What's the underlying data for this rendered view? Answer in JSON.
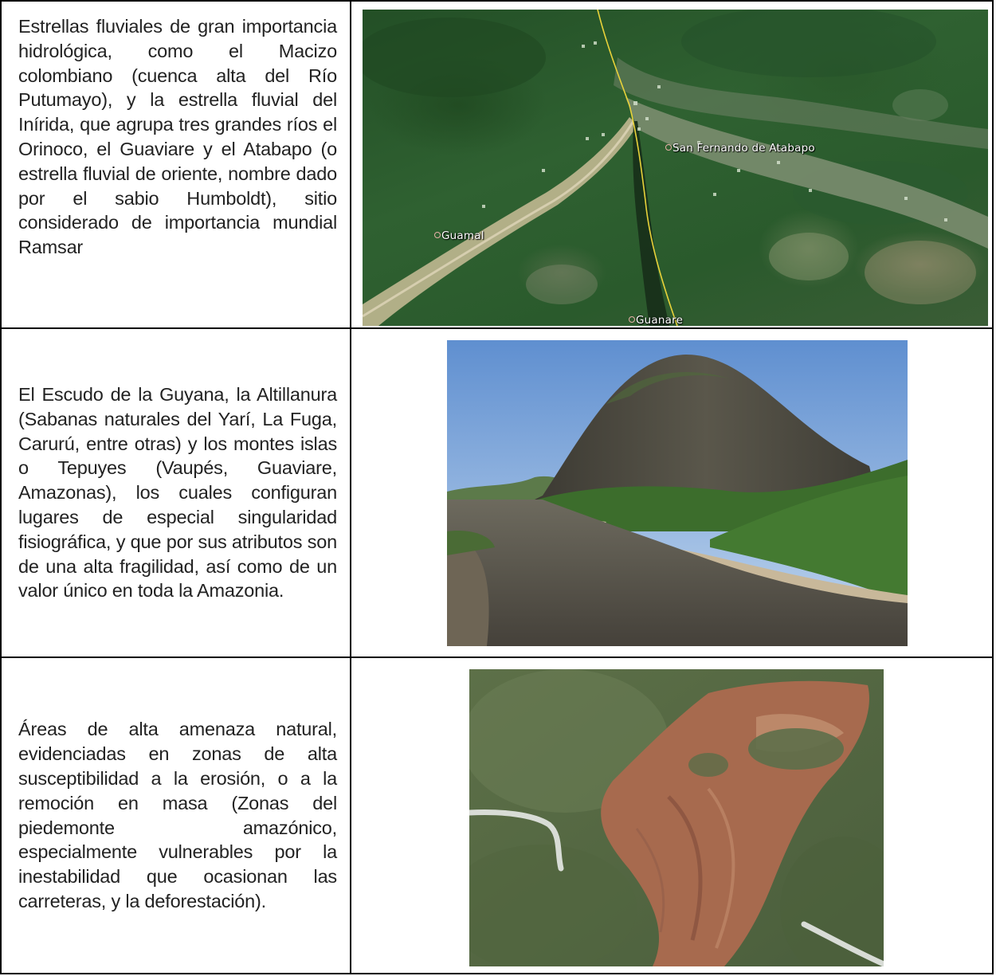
{
  "rows": [
    {
      "text": "Estrellas fluviales de gran importancia hidrológica, como el Macizo colombiano (cuenca alta del Río Putumayo), y la estrella fluvial del Inírida, que agrupa tres grandes ríos el Orinoco, el Guaviare y el Atabapo (o estrella fluvial de oriente, nombre dado por el sabio Humboldt), sitio considerado de importancia mundial Ramsar",
      "image_labels": {
        "san_fernando": "San Fernando de Atabapo",
        "guamal": "Guamal",
        "guanare": "Guanare"
      }
    },
    {
      "text": "El Escudo de la Guyana, la Altillanura (Sabanas naturales del Yarí, La Fuga, Carurú, entre otras) y los montes islas o Tepuyes (Vaupés, Guaviare, Amazonas), los cuales configuran lugares de especial singularidad fisiográfica, y que por sus atributos son de una alta fragilidad, así como de un valor único en toda la Amazonia."
    },
    {
      "text": "Áreas de alta amenaza natural, evidenciadas en zonas de alta susceptibilidad a la erosión, o a la remoción en masa (Zonas del piedemonte amazónico, especialmente vulnerables por la inestabilidad que ocasionan las carreteras, y la deforestación)."
    }
  ],
  "colors": {
    "border": "#000000",
    "text": "#222222",
    "map_forest": "#2f6131",
    "river": "#8a9a78",
    "road": "#d6c9a4",
    "border_line": "#e8d23a"
  }
}
